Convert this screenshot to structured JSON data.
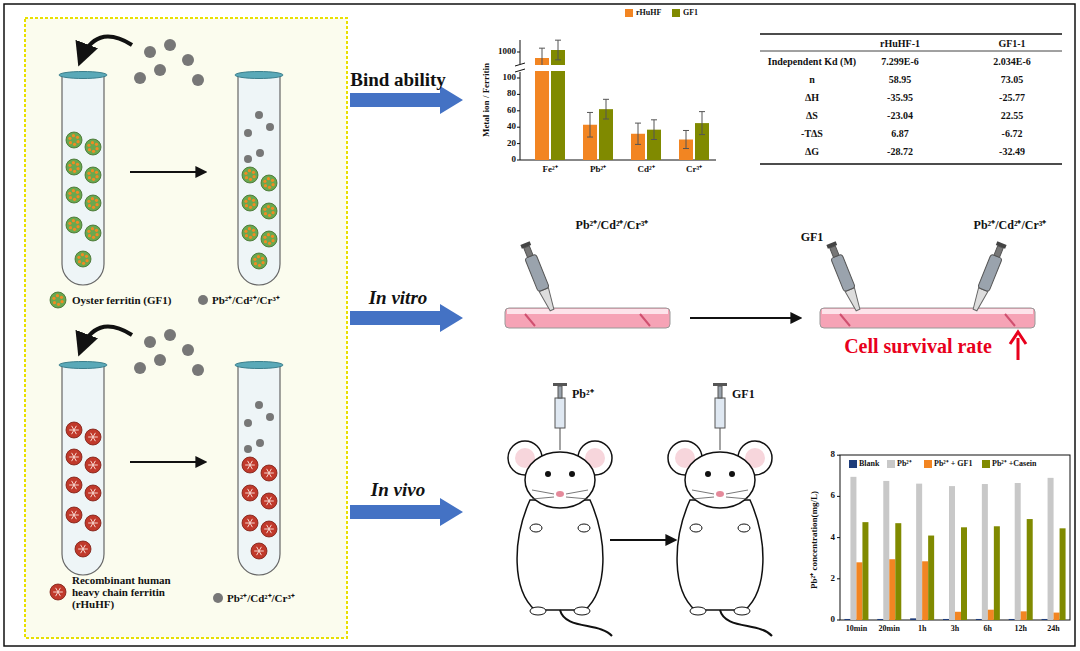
{
  "diagram": {
    "labels": [
      "Bind ability",
      "In vitro",
      "In vivo",
      "Metal ion / Ferritin",
      "1000",
      "100",
      "80",
      "60",
      "40",
      "20",
      "0",
      "Fe²⁺",
      "Pb²⁺",
      "Cd²⁺",
      "Cr³⁺",
      "rHuHF-1",
      "GF1-1",
      "Independent Kd (M)",
      "7.299E-6",
      "2.034E-6",
      "n",
      "58.95",
      "73.05",
      "ΔH",
      "-35.95",
      "-25.77",
      "ΔS",
      "-23.04",
      "22.55",
      "-TΔS",
      "6.87",
      "-6.72",
      "ΔG",
      "-28.72",
      "-32.49",
      "Pb²⁺/Cd²⁺/Cr³⁺",
      "GF1",
      "Pb²⁺/Cd²⁺/Cr³⁺",
      "Cell survival rate",
      "Pb²⁺",
      "GF1",
      "Pb²⁺ concentration(mg/L)",
      "0",
      "2",
      "4",
      "6",
      "8",
      "10min",
      "20min",
      "1h",
      "3h",
      "6h",
      "12h",
      "24h"
    ],
    "legend": [
      {
        "text": "Oyster ferritin (GF1)"
      },
      {
        "text": "Pb²⁺/Cd²⁺/Cr³⁺"
      },
      {
        "text": "Recombinant human heavy chain ferritin (rHuHF)"
      },
      {
        "text": "Pb²⁺/Cd²⁺/Cr³⁺"
      },
      {
        "text": "rHuHF",
        "color": "#f28522"
      },
      {
        "text": "GF1",
        "color": "#808a00"
      },
      {
        "text": "Blank",
        "color": "#1f3d7a"
      },
      {
        "text": "Pb²⁺",
        "color": "#c8c8c8"
      },
      {
        "text": "Pb²⁺ + GF1",
        "color": "#f28522"
      },
      {
        "text": "Pb²⁺ +Casein",
        "color": "#808a00"
      }
    ]
  }
}
